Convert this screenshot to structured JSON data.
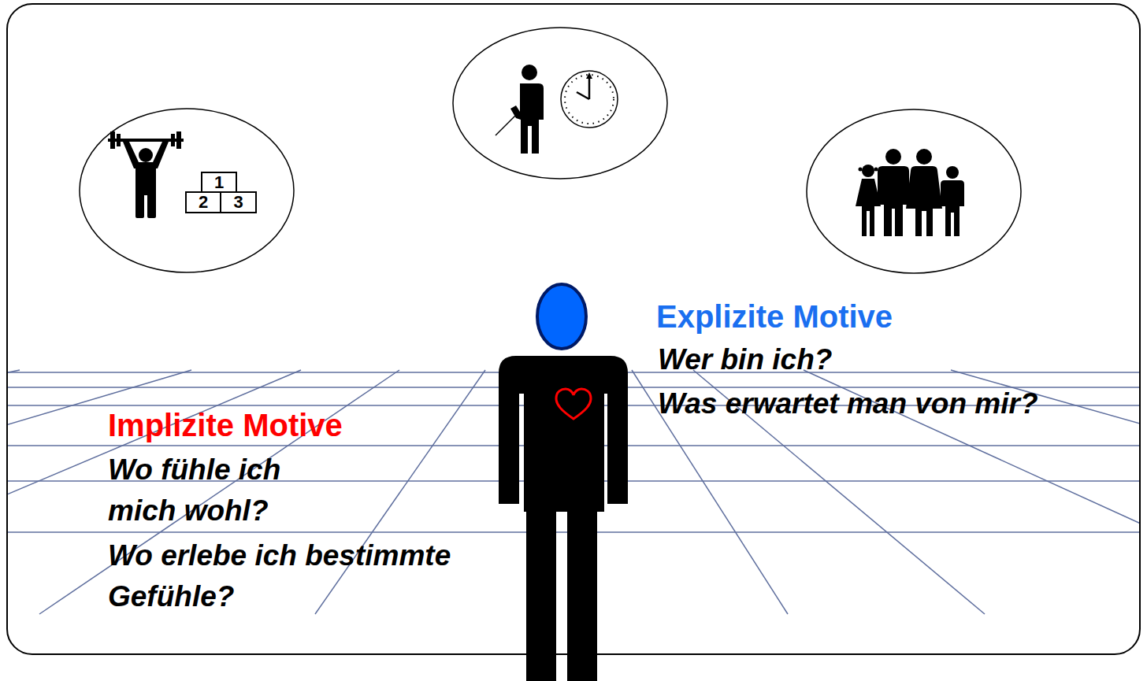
{
  "diagram": {
    "nodes": [
      {
        "text": [
          "1"
        ]
      },
      {
        "text": [
          "2"
        ]
      },
      {
        "text": [
          "3"
        ]
      }
    ],
    "labels": [
      "Explizite Motive",
      "Wer bin ich?",
      "Was erwartet man von mir?",
      "Implizite Motive",
      "Wo fühle ich mich wohl?",
      "Wo erlebe ich bestimmte Gefühle?"
    ]
  }
}
